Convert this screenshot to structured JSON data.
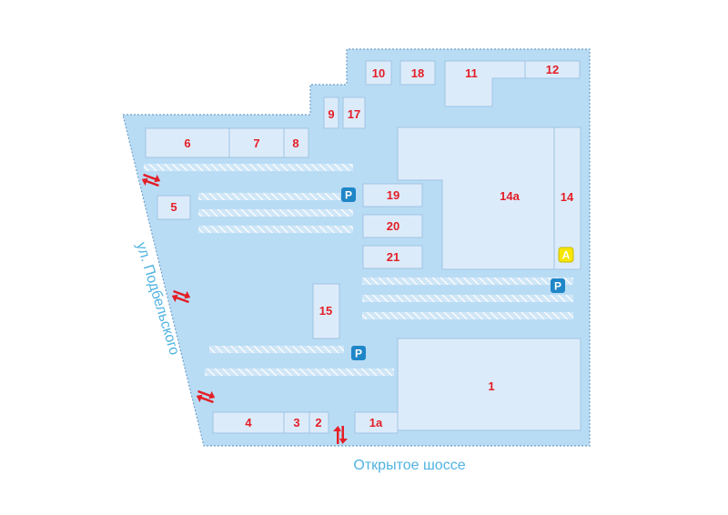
{
  "streets": {
    "west": "ул. Подбельского",
    "south": "Открытое шоссе"
  },
  "buildings": {
    "b1": "1",
    "b1a": "1а",
    "b2": "2",
    "b3": "3",
    "b4": "4",
    "b5": "5",
    "b6": "6",
    "b7": "7",
    "b8": "8",
    "b9": "9",
    "b10": "10",
    "b11": "11",
    "b12": "12",
    "b14": "14",
    "b14a": "14а",
    "b15": "15",
    "b17": "17",
    "b18": "18",
    "b19": "19",
    "b20": "20",
    "b21": "21"
  },
  "markers": {
    "parking": "P",
    "entrance_a": "A"
  },
  "colors": {
    "territory": "#b9dcf5",
    "building": "#dcebfa",
    "label": "#e41e26",
    "parking": "#1f86c8",
    "marker_a": "#f7e600",
    "street_text": "#4fb3e1"
  }
}
